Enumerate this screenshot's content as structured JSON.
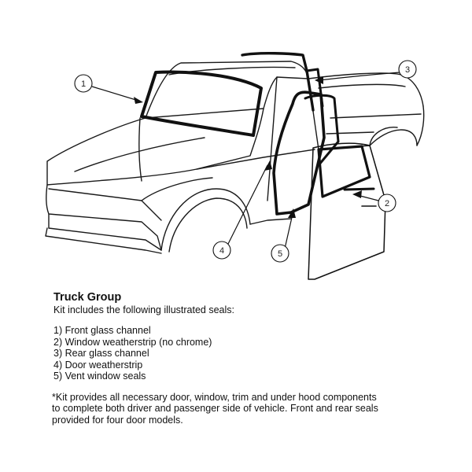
{
  "callouts": [
    {
      "id": 1,
      "label": "1"
    },
    {
      "id": 2,
      "label": "2"
    },
    {
      "id": 3,
      "label": "3"
    },
    {
      "id": 4,
      "label": "4"
    },
    {
      "id": 5,
      "label": "5"
    }
  ],
  "caption": {
    "title": "Truck Group",
    "intro": "Kit includes the following illustrated seals:",
    "items": [
      "1) Front glass channel",
      "2) Window weatherstrip (no chrome)",
      "3) Rear glass channel",
      "4) Door weatherstrip",
      "5) Vent window seals"
    ],
    "note": "*Kit provides all necessary door, window, trim and under hood components\n  to complete both driver and  passenger side of vehicle.  Front and rear seals\n  provided for four door models."
  }
}
